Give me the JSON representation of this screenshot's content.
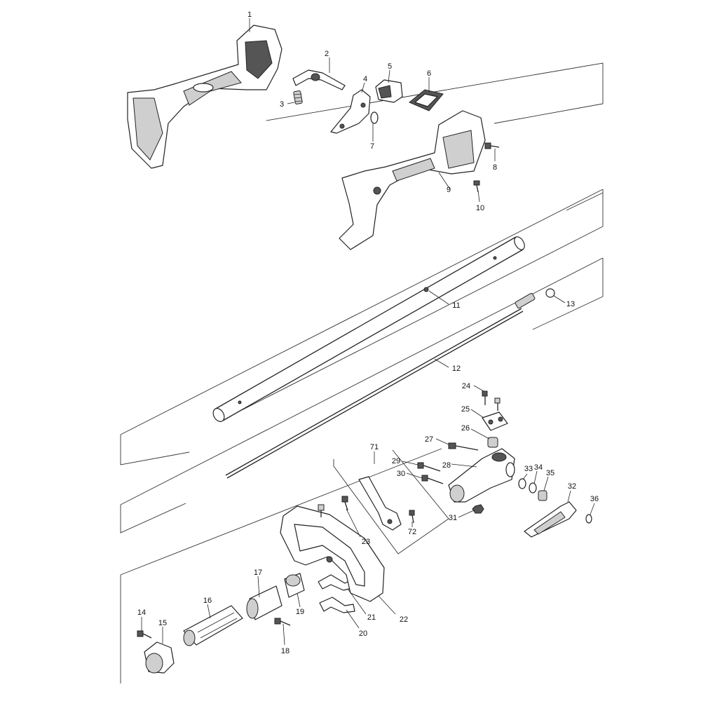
{
  "diagram": {
    "parts": [
      {
        "id": "p1",
        "label": "1"
      },
      {
        "id": "p2",
        "label": "2"
      },
      {
        "id": "p3",
        "label": "3"
      },
      {
        "id": "p4",
        "label": "4"
      },
      {
        "id": "p5",
        "label": "5"
      },
      {
        "id": "p6",
        "label": "6"
      },
      {
        "id": "p7",
        "label": "7"
      },
      {
        "id": "p8",
        "label": "8"
      },
      {
        "id": "p9",
        "label": "9"
      },
      {
        "id": "p10",
        "label": "10"
      },
      {
        "id": "p11",
        "label": "11"
      },
      {
        "id": "p12",
        "label": "12"
      },
      {
        "id": "p13",
        "label": "13"
      },
      {
        "id": "p14",
        "label": "14"
      },
      {
        "id": "p15",
        "label": "15"
      },
      {
        "id": "p16",
        "label": "16"
      },
      {
        "id": "p17",
        "label": "17"
      },
      {
        "id": "p18",
        "label": "18"
      },
      {
        "id": "p19",
        "label": "19"
      },
      {
        "id": "p20",
        "label": "20"
      },
      {
        "id": "p21",
        "label": "21"
      },
      {
        "id": "p22",
        "label": "22"
      },
      {
        "id": "p23",
        "label": "23"
      },
      {
        "id": "p24",
        "label": "24"
      },
      {
        "id": "p25",
        "label": "25"
      },
      {
        "id": "p26",
        "label": "26"
      },
      {
        "id": "p27",
        "label": "27"
      },
      {
        "id": "p28",
        "label": "28"
      },
      {
        "id": "p29",
        "label": "29"
      },
      {
        "id": "p30",
        "label": "30"
      },
      {
        "id": "p31",
        "label": "31"
      },
      {
        "id": "p32",
        "label": "32"
      },
      {
        "id": "p33",
        "label": "33"
      },
      {
        "id": "p34",
        "label": "34"
      },
      {
        "id": "p35",
        "label": "35"
      },
      {
        "id": "p36",
        "label": "36"
      },
      {
        "id": "p71",
        "label": "71"
      },
      {
        "id": "p72",
        "label": "72"
      }
    ]
  }
}
